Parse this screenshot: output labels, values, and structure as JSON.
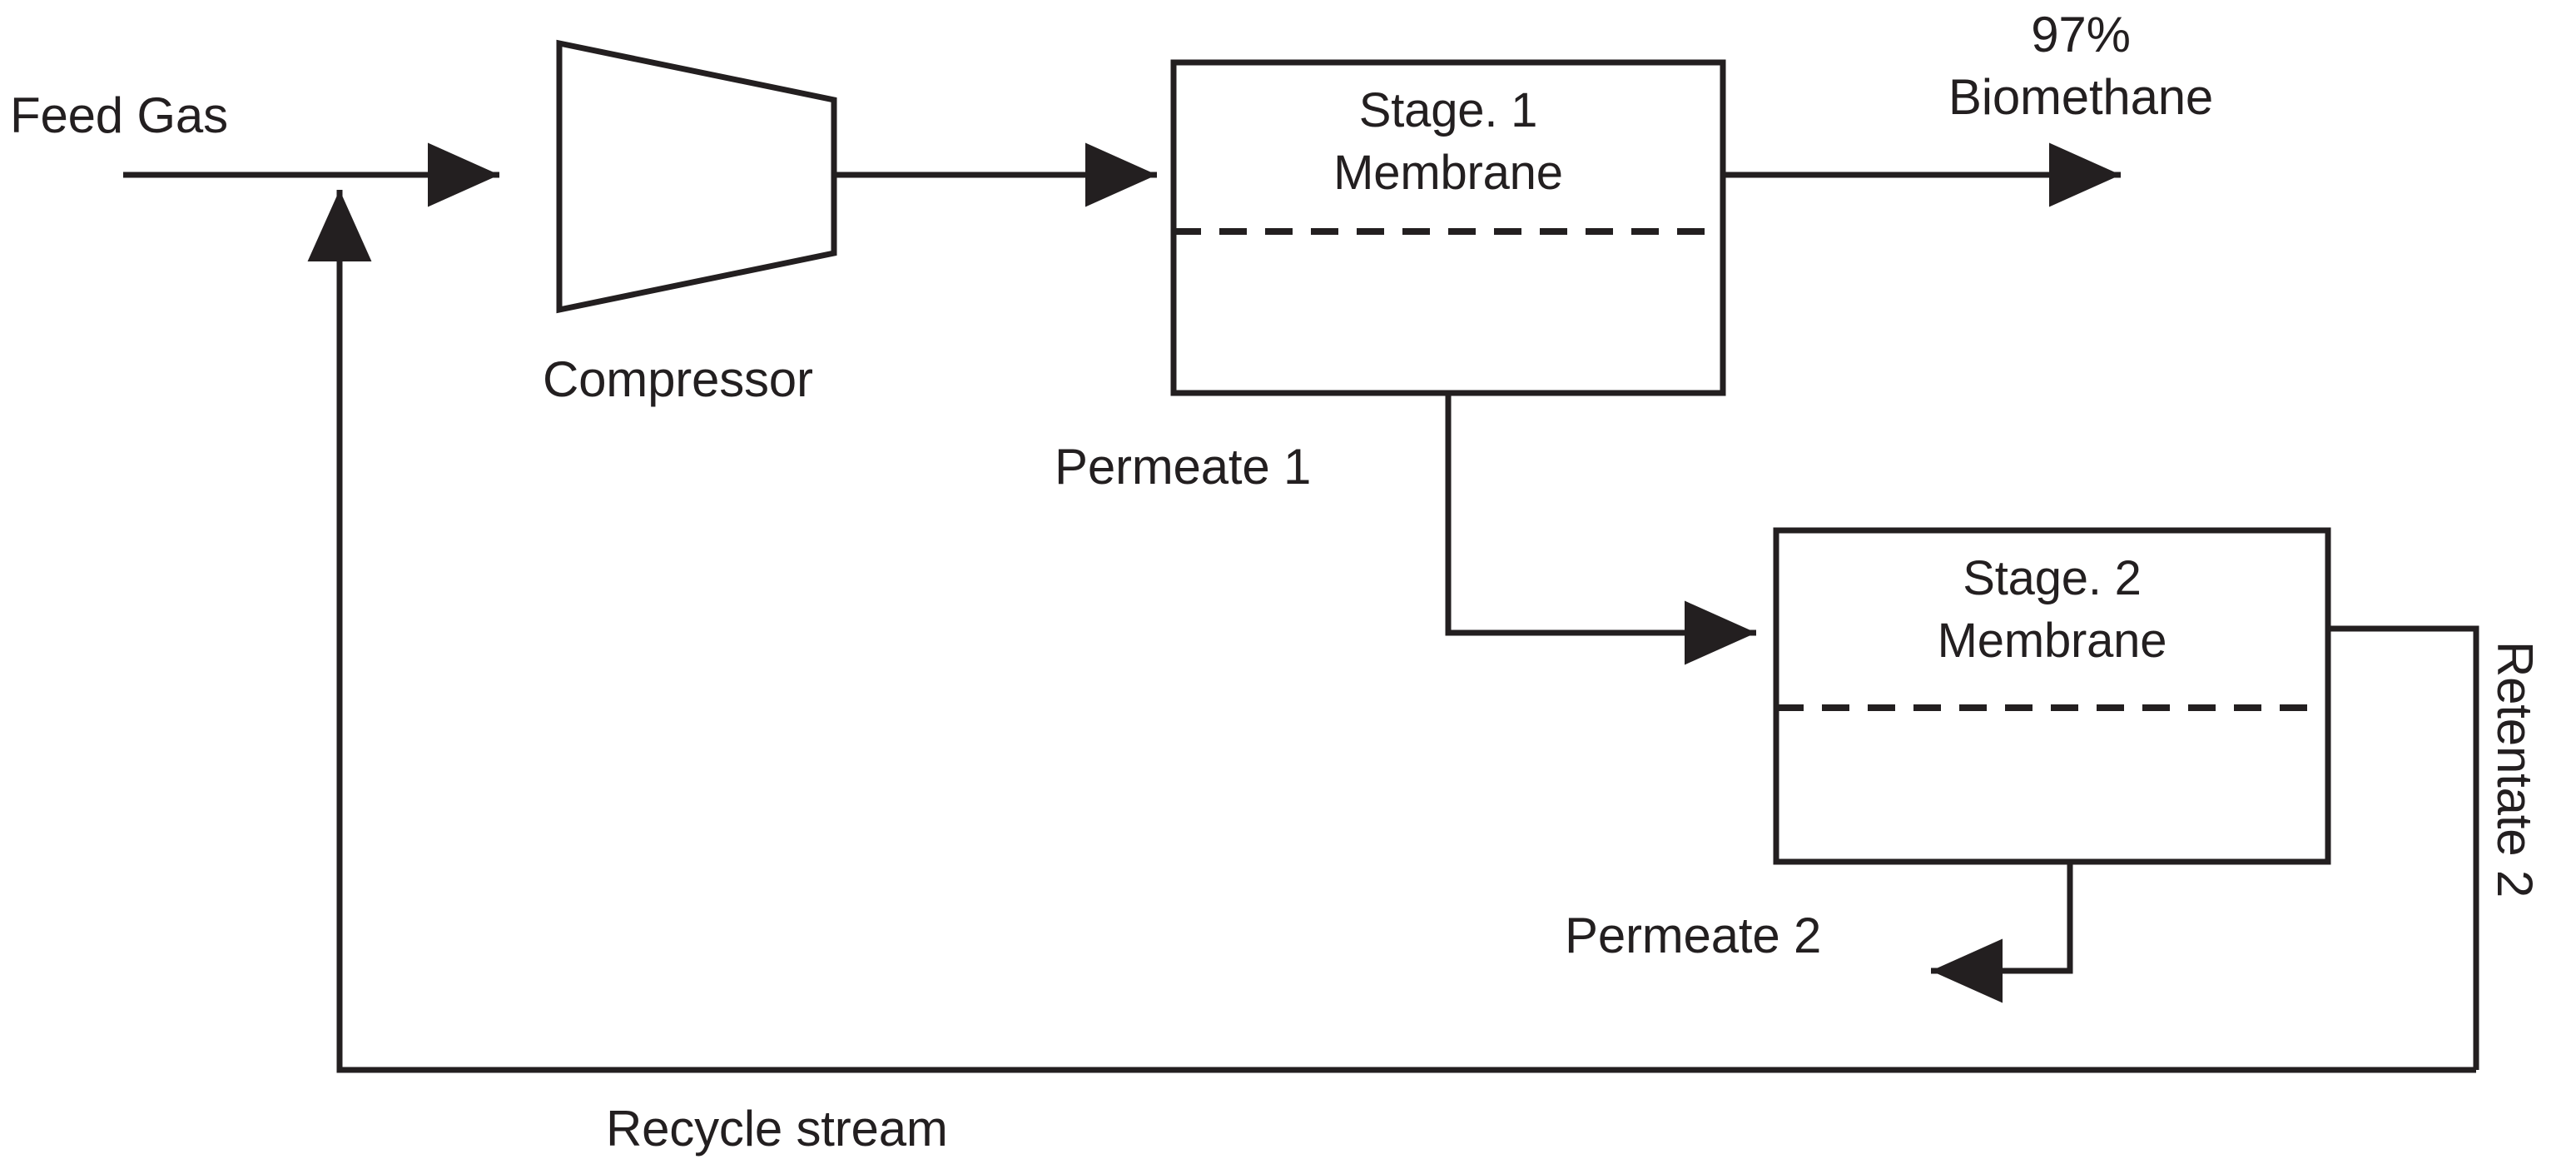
{
  "diagram": {
    "title": "Two-stage membrane biogas upgrading process flow diagram",
    "type": "process-flow-diagram",
    "background_color": "#ffffff",
    "line_color": "#231f20",
    "text_color": "#231f20",
    "stroke_width": 7
  },
  "labels": {
    "feed_gas": "Feed Gas",
    "compressor": "Compressor",
    "product_percent": "97%",
    "product_name": "Biomethane",
    "permeate_1": "Permeate 1",
    "permeate_2": "Permeate 2",
    "retentate_2": "Retentate 2",
    "recycle_stream": "Recycle stream"
  },
  "units": [
    {
      "id": "compressor",
      "label": "Compressor",
      "shape": "trapezoid",
      "caption_position": "below"
    },
    {
      "id": "stage-1-membrane",
      "shape": "rectangle-with-dashed-membrane",
      "line_1": "Stage. 1",
      "line_2": "Membrane"
    },
    {
      "id": "stage-2-membrane",
      "shape": "rectangle-with-dashed-membrane",
      "line_1": "Stage. 2",
      "line_2": "Membrane"
    }
  ],
  "streams": [
    {
      "id": "feed-gas",
      "label": "Feed Gas",
      "from": "inlet",
      "to": "compressor",
      "arrow": "right"
    },
    {
      "id": "recycle-stream",
      "label": "Recycle stream",
      "from": "stage-2-retentate",
      "to": "feed-gas",
      "arrow": "up"
    },
    {
      "id": "compressed-feed",
      "label": "",
      "from": "compressor",
      "to": "stage-1-membrane",
      "arrow": "right"
    },
    {
      "id": "biomethane-product",
      "label": "97% Biomethane",
      "from": "stage-1-membrane",
      "to": "product",
      "arrow": "right"
    },
    {
      "id": "permeate-1",
      "label": "Permeate 1",
      "from": "stage-1-membrane",
      "to": "stage-2-membrane",
      "arrow": "right"
    },
    {
      "id": "permeate-2",
      "label": "Permeate 2",
      "from": "stage-2-membrane",
      "to": "vent",
      "arrow": "left"
    },
    {
      "id": "retentate-2",
      "label": "Retentate 2",
      "from": "stage-2-membrane",
      "to": "recycle-stream",
      "arrow": "none"
    }
  ]
}
